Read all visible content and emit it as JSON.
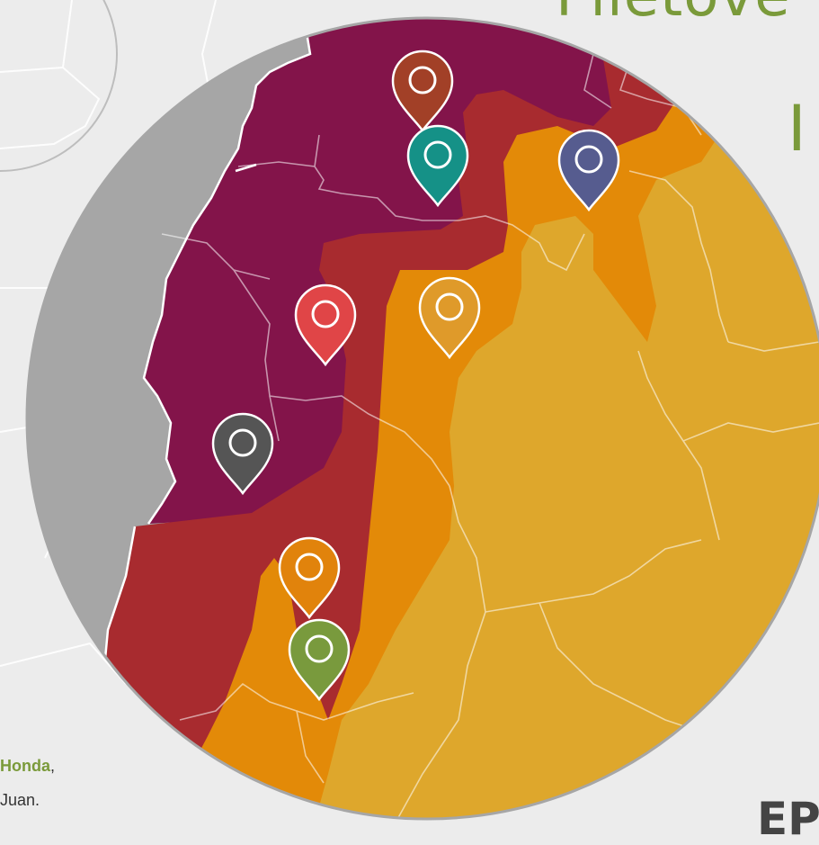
{
  "headline": {
    "line1": "Piletove",
    "line2": "I",
    "color": "#7a9a3a"
  },
  "caption": {
    "place_name": "Honda",
    "place_suffix": ",",
    "line2": "Juan.",
    "place_color": "#7a9a3a"
  },
  "corner_text": "EP",
  "colors": {
    "outside_land": "#ececec",
    "outside_sea": "#a6a6a6",
    "zone_highest": "#83144a",
    "zone_high": "#a82b2f",
    "zone_medium": "#e38a08",
    "zone_low": "#dea72c",
    "disc_border": "#a6a6a6"
  },
  "markers": [
    {
      "name": "marker-brown",
      "color": "#a24027",
      "icon": "map-pin-icon"
    },
    {
      "name": "marker-teal",
      "color": "#159187",
      "icon": "map-pin-icon"
    },
    {
      "name": "marker-indigo",
      "color": "#565c8f",
      "icon": "map-pin-icon"
    },
    {
      "name": "marker-red",
      "color": "#e04547",
      "icon": "map-pin-icon"
    },
    {
      "name": "marker-amber",
      "color": "#df9a2a",
      "icon": "map-pin-icon"
    },
    {
      "name": "marker-gray",
      "color": "#555555",
      "icon": "map-pin-icon"
    },
    {
      "name": "marker-orange",
      "color": "#e1830c",
      "icon": "map-pin-icon"
    },
    {
      "name": "marker-green",
      "color": "#799a3d",
      "icon": "map-pin-icon"
    }
  ]
}
